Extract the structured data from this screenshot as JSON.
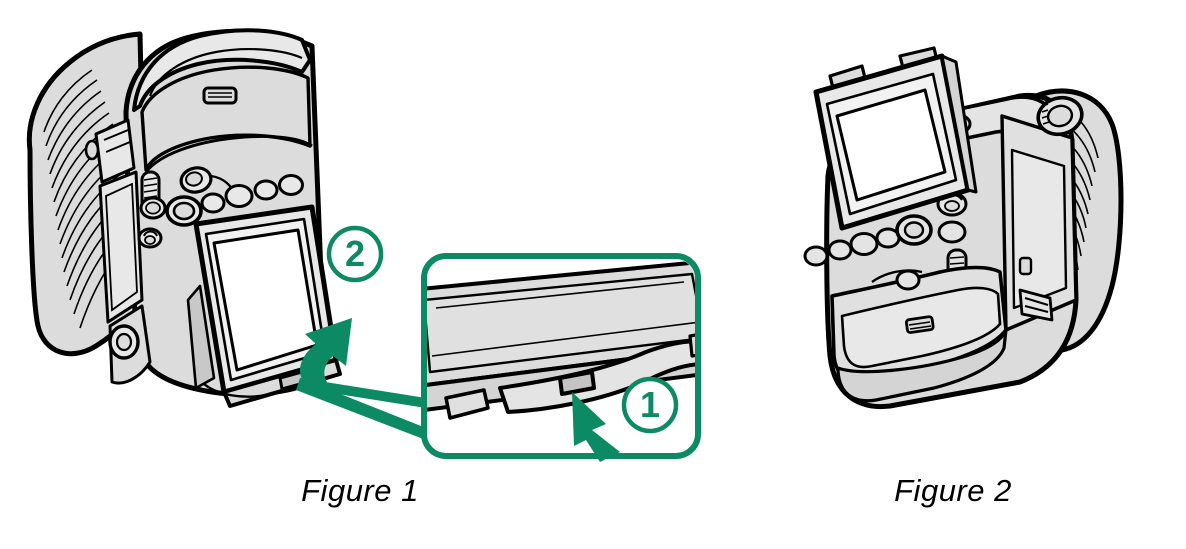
{
  "document": {
    "type": "instructional-illustration",
    "subject": "camera tilting LCD monitor operation",
    "background_color": "#ffffff"
  },
  "colors": {
    "accent_green": "#0B8A63",
    "outline_black": "#000000",
    "body_fill": "#DCDCDC",
    "body_fill_light": "#E8E8E8",
    "body_fill_dark": "#C8C8C8",
    "screen_fill": "#FFFFFF",
    "caption_text": "#000000"
  },
  "figures": [
    {
      "id": "figure-1",
      "caption": "Figure 1",
      "description": "Camera rear three-quarter view with monitor tilted open, plus a magnified callout of the monitor latch",
      "steps": [
        {
          "number": "1",
          "marker_label": "1",
          "action": "press-latch",
          "location": "callout detail, bottom edge of monitor",
          "arrow": "straight-arrow-up-left"
        },
        {
          "number": "2",
          "marker_label": "2",
          "action": "tilt-monitor-up",
          "location": "main camera view, monitor hinge",
          "arrow": "curved-arrow-up"
        }
      ],
      "callout": {
        "shape": "rounded-rectangle-with-leader",
        "content": "magnified view of monitor bottom edge and release latch",
        "border_color": "#0B8A63"
      }
    },
    {
      "id": "figure-2",
      "caption": "Figure 2",
      "description": "Camera rear three-quarter view with the monitor fully tilted open, no step markers",
      "steps": [],
      "callout": null
    }
  ],
  "captions": {
    "figure1": "Figure 1",
    "figure2": "Figure 2"
  }
}
